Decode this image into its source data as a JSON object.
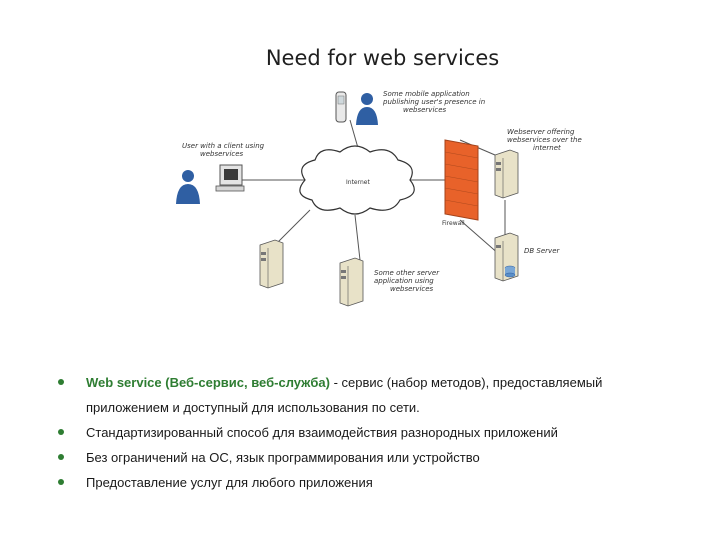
{
  "title": "Need for web services",
  "diagram": {
    "labels": {
      "mobile": [
        "Some mobile application",
        "publishing user's presence in",
        "webservices"
      ],
      "user": [
        "User with a client using",
        "webservices"
      ],
      "internet": "Internet",
      "webserver": [
        "Webserver offering",
        "webservices over the",
        "internet"
      ],
      "firewall": "Firewall",
      "db": "DB Server",
      "other_server": [
        "Some other server",
        "application using",
        "webservices"
      ]
    }
  },
  "bullets": [
    {
      "lead": "Web service (Веб-сервис, веб-служба)",
      "rest": " - сервис (набор методов), предоставляемый",
      "continuation": "приложением и доступный для использования по сети."
    },
    {
      "text": "Стандартизированный способ для взаимодействия разнородных приложений"
    },
    {
      "text": "Без ограничений на ОС, язык программирования или устройство"
    },
    {
      "text": "Предоставление услуг для любого приложения"
    }
  ],
  "colors": {
    "accent": "#2e7d32",
    "bullet_dot": "#2e7d32",
    "firewall": "#e8622a"
  }
}
